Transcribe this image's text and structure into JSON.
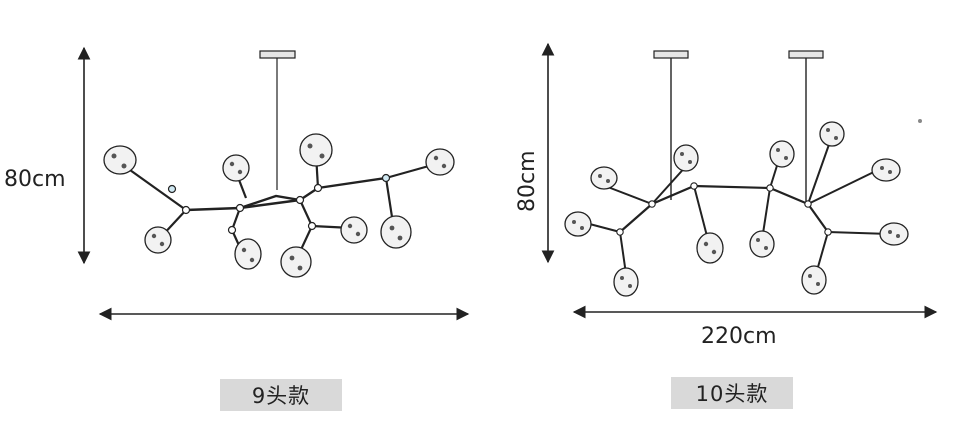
{
  "left_diagram": {
    "height_label": "80cm",
    "caption": "9头款"
  },
  "right_diagram": {
    "height_label": "80cm",
    "width_label": "220cm",
    "caption": "10头款"
  },
  "colors": {
    "line": "#222222",
    "caption_bg": "#d9d9d9",
    "glass_fill": "#f2f2f2"
  }
}
